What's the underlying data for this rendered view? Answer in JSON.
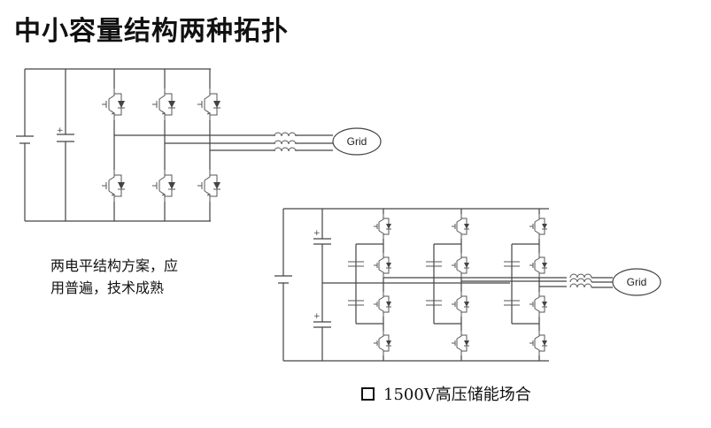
{
  "page": {
    "title": "中小容量结构两种拓扑"
  },
  "diagram_a": {
    "grid_label": "Grid",
    "caption_line1": "两电平结构方案，应",
    "caption_line2": "用普遍，技术成熟"
  },
  "diagram_b": {
    "grid_label": "Grid",
    "caption": "1500V高压储能场合"
  }
}
